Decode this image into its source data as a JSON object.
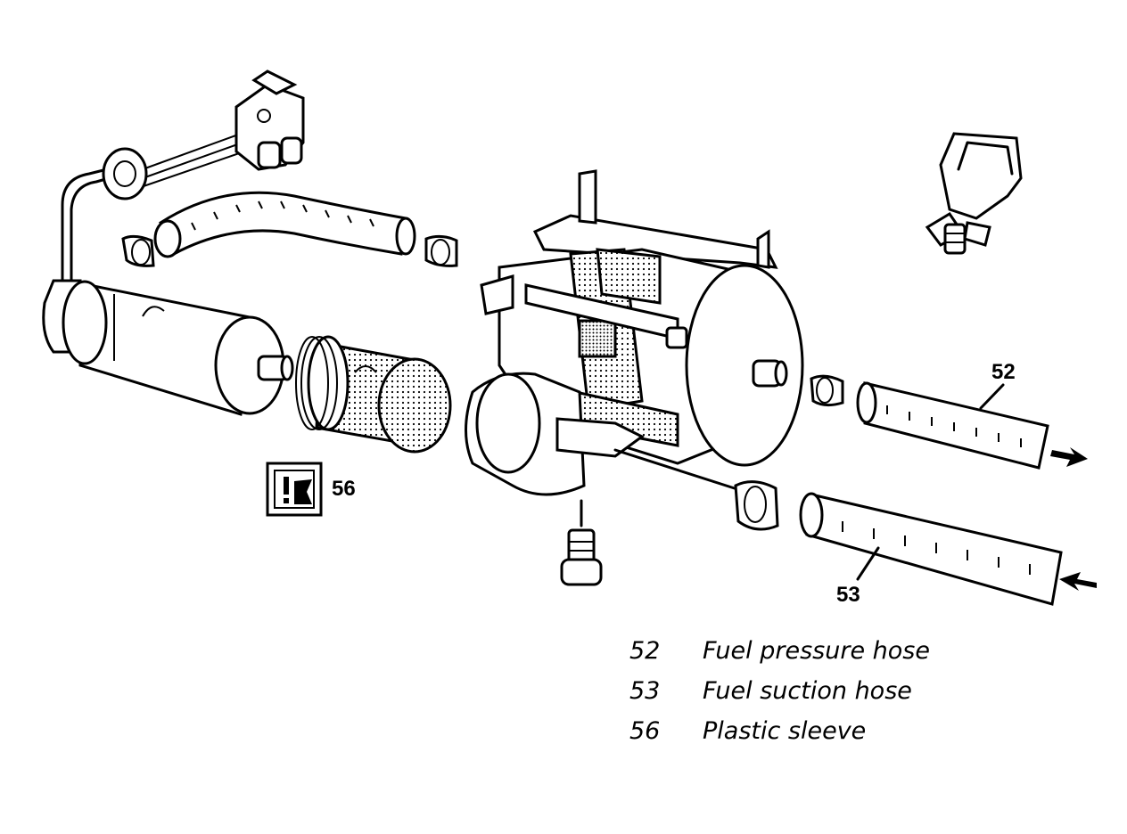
{
  "callouts": {
    "c52": "52",
    "c53": "53",
    "c56": "56"
  },
  "legend": [
    {
      "number": "52",
      "description": "Fuel pressure hose"
    },
    {
      "number": "53",
      "description": "Fuel suction hose"
    },
    {
      "number": "56",
      "description": "Plastic sleeve"
    }
  ]
}
